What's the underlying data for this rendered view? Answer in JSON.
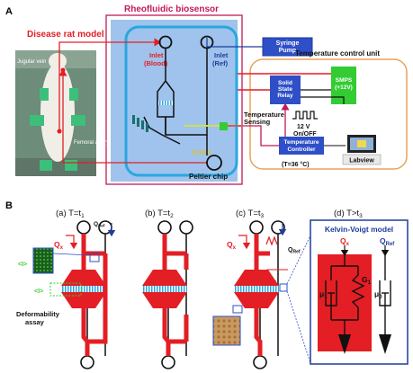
{
  "panel_a": {
    "label": "A",
    "title": "Rheofluidic biosensor",
    "disease_model": "Disease rat model",
    "jugular_vein": "Jugular vein",
    "femoral_artery": "Femoral artery",
    "inlet_blood_1": "Inlet",
    "inlet_blood_2": "(Blood)",
    "inlet_ref_1": "Inlet",
    "inlet_ref_2": "(Ref)",
    "outlet": "Outlet",
    "peltier": "Peltier chip",
    "syringe_1": "Syringe",
    "syringe_2": "Pump",
    "temp_unit": "Temperature control unit",
    "ssr_1": "Solid",
    "ssr_2": "State",
    "ssr_3": "Relay",
    "smps_1": "SMPS",
    "smps_2": "(+12V)",
    "v12_1": "12 V",
    "v12_2": "On/OFF",
    "sensing_1": "Temperature",
    "sensing_2": "Sensing",
    "controller_1": "Temperature",
    "controller_2": "Controller",
    "labview": "Labview",
    "setpoint": "(T=36 °C)"
  },
  "panel_b": {
    "label": "B",
    "sub_a": "(a) T=t",
    "sub_b": "(b) T=t",
    "sub_c": "(c) T=t",
    "sub_d": "(d) T>t",
    "sub_a_idx": "1",
    "sub_b_idx": "2",
    "sub_c_idx": "3",
    "sub_d_idx": "3",
    "q_x": "Q",
    "q_x_sub": "x",
    "q_ref": "Q",
    "q_ref_sub": "Ref",
    "i1": "<I>",
    "i2": "<I>",
    "deformability_1": "Deformability",
    "deformability_2": "assay",
    "kv_title": "Kelvin-Voigt model",
    "mu1": "μ",
    "mu1_sub": "1",
    "g1": "G",
    "g1_sub": "1",
    "mu0": "μ",
    "mu0_sub": "0"
  },
  "colors": {
    "red": "#e31e24",
    "blue_chip": "#9fc3ec",
    "chip_border": "#2aa7df",
    "navy": "#1f3d9c",
    "magenta": "#c2185b",
    "green": "#33cc33",
    "orange": "#e8a25a"
  }
}
